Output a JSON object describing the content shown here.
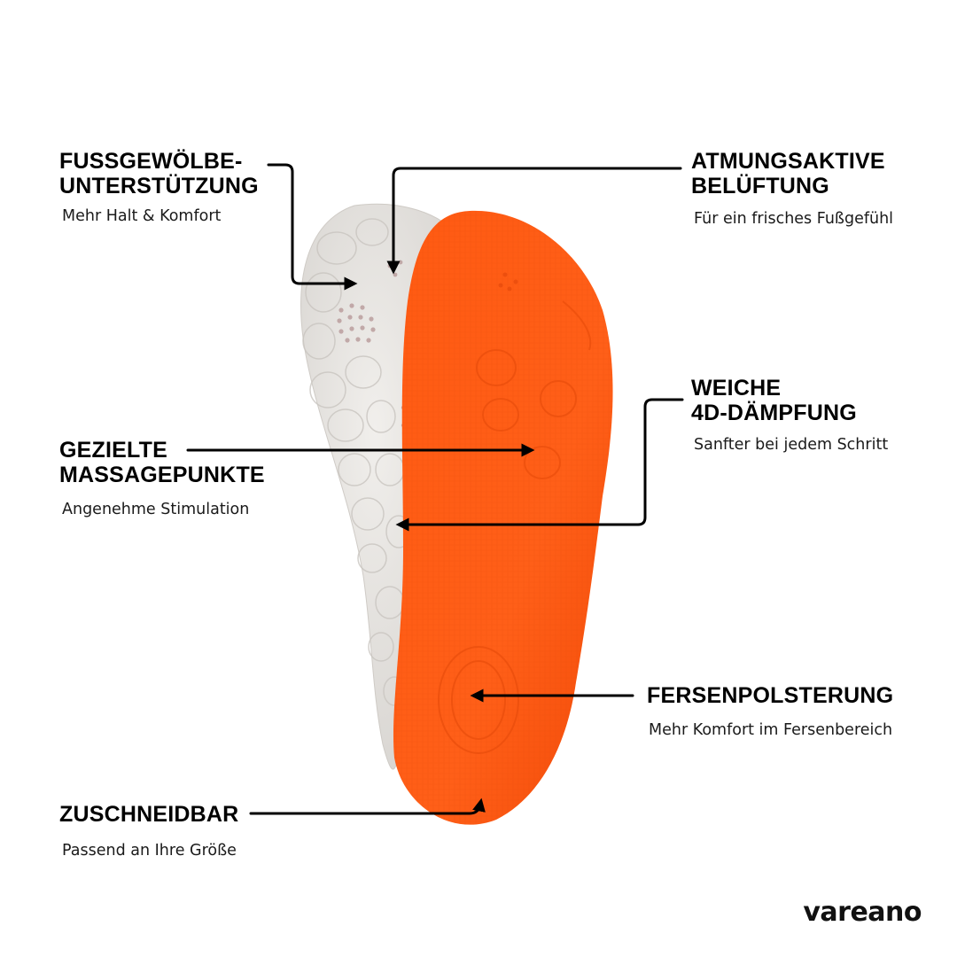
{
  "features": [
    {
      "id": "arch",
      "title_lines": [
        "FUSSGEWÖLBE-",
        "UNTERSTÜTZUNG"
      ],
      "subtitle": "Mehr Halt & Komfort"
    },
    {
      "id": "vent",
      "title_lines": [
        "ATMUNGSAKTIVE",
        "BELÜFTUNG"
      ],
      "subtitle": "Für ein frisches Fußgefühl"
    },
    {
      "id": "massage",
      "title_lines": [
        "GEZIELTE",
        "MASSAGEPUNKTE"
      ],
      "subtitle": "Angenehme Stimulation"
    },
    {
      "id": "damping",
      "title_lines": [
        "WEICHE",
        "4D-DÄMPFUNG"
      ],
      "subtitle": "Sanfter bei jedem Schritt"
    },
    {
      "id": "heel",
      "title_lines": [
        "FERSENPOLSTERUNG"
      ],
      "subtitle": "Mehr Komfort im Fersenbereich"
    },
    {
      "id": "cut",
      "title_lines": [
        "ZUSCHNEIDBAR"
      ],
      "subtitle": "Passend an Ihre Größe"
    }
  ],
  "brand": "vareano",
  "colors": {
    "insole_top": "#ff5a14",
    "insole_bottom": "#e8e6e2",
    "text": "#000000"
  }
}
